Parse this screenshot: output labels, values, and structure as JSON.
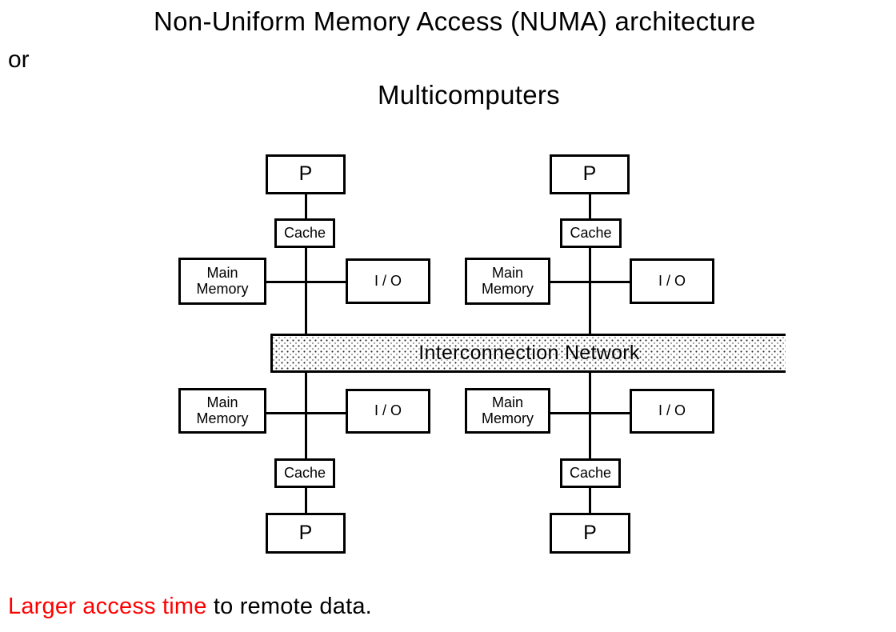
{
  "header": {
    "title": "Non-Uniform Memory Access (NUMA) architecture",
    "conjunction": "or",
    "subtitle": "Multicomputers"
  },
  "diagram": {
    "labels": {
      "processor": "P",
      "cache": "Cache",
      "main_memory_line1": "Main",
      "main_memory_line2": "Memory",
      "io": "I / O",
      "interconnect": "Interconnection Network"
    },
    "structure_note": "Two clusters, each with mirrored top and bottom node groups (P - Cache - trunk; Main Memory - I/O crossbar), all joined by the Interconnection Network bus"
  },
  "footer": {
    "highlight": "Larger access time",
    "rest": " to remote data.",
    "highlight_color": "#ff0000",
    "text_color": "#000000"
  },
  "colors": {
    "background": "#ffffff",
    "box_border": "#000000",
    "line": "#000000",
    "text": "#000000"
  }
}
